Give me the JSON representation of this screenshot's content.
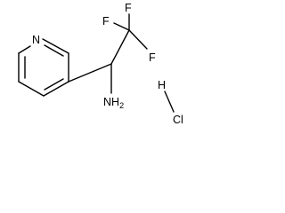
{
  "molecule": {
    "atoms": {
      "ring_n": "N",
      "f_top": "F",
      "f_left": "F",
      "f_right": "F",
      "amine": "NH",
      "amine_subscript": "2",
      "h": "H",
      "cl": "Cl"
    }
  }
}
